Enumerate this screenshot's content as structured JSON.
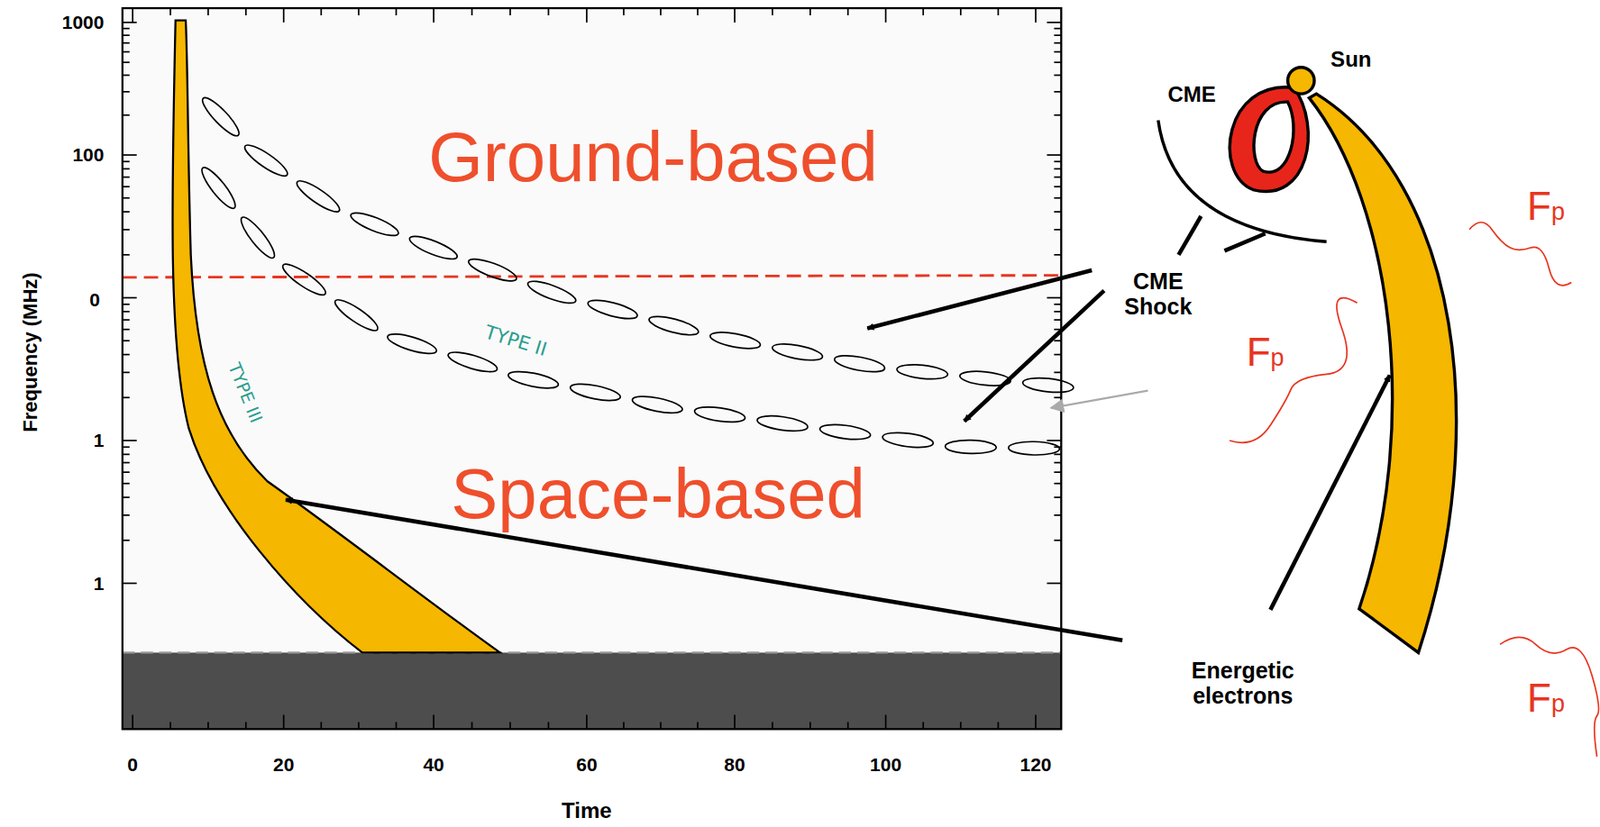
{
  "diagram": {
    "labels": [
      "1000",
      "100",
      "0",
      "1",
      "1",
      "Frequency (MHz)",
      "0",
      "20",
      "40",
      "60",
      "80",
      "100",
      "120",
      "Time",
      "Ground-based",
      "Space-based",
      "TYPE II",
      "TYPE III",
      "Sun",
      "CME",
      "CME Shock",
      "Energetic electrons",
      "Fp",
      "Fp",
      "Fp"
    ]
  }
}
